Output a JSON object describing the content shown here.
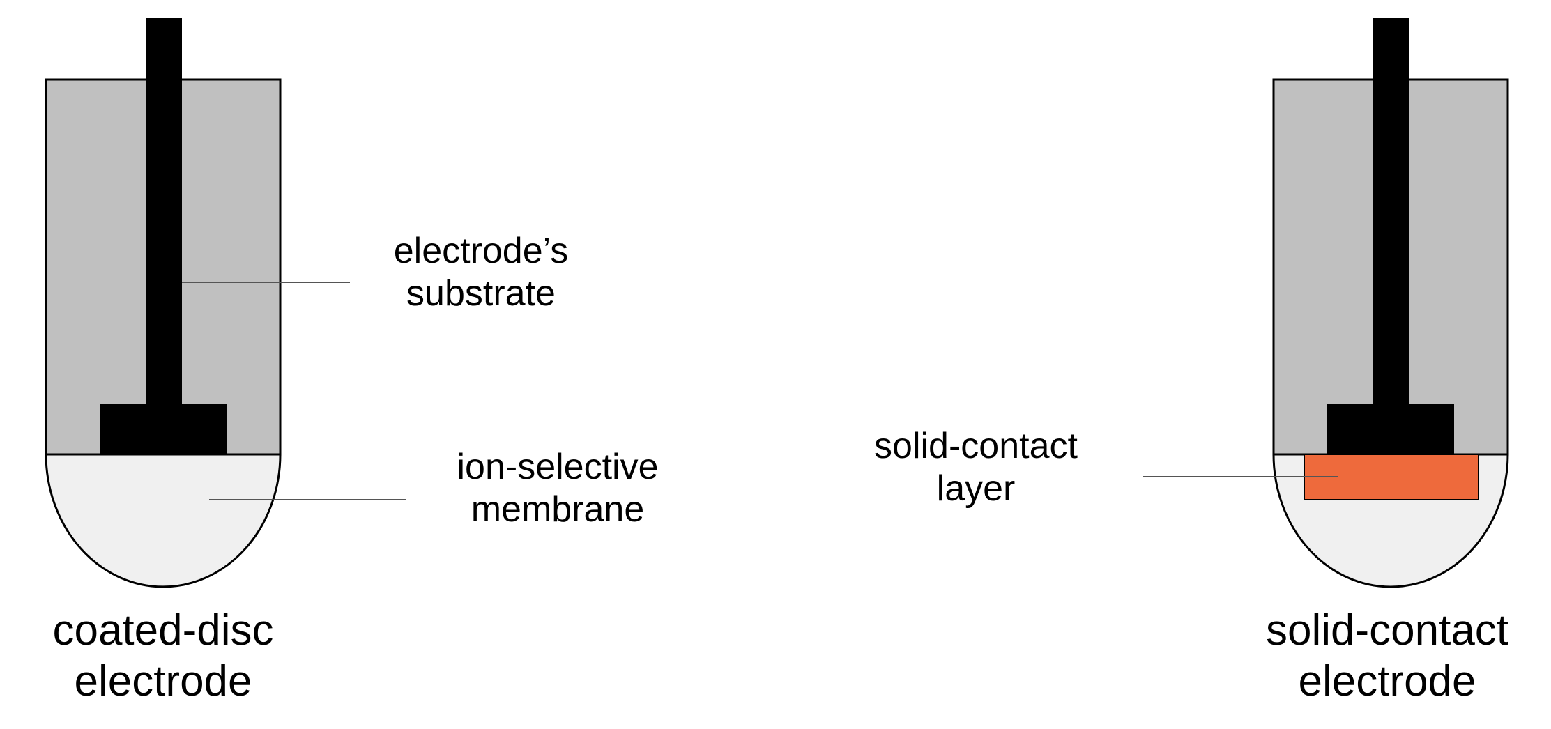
{
  "colors": {
    "housing": "#c0c0c0",
    "conductor": "#000000",
    "membrane": "#f0f0f0",
    "solid_contact": "#ee6a3c",
    "outline": "#000000",
    "leader_line": "#555555",
    "background": "#ffffff"
  },
  "left_electrode": {
    "title_line1": "coated-disc",
    "title_line2": "electrode"
  },
  "right_electrode": {
    "title_line1": "solid-contact",
    "title_line2": "electrode"
  },
  "labels": {
    "substrate_line1": "electrode’s",
    "substrate_line2": "substrate",
    "membrane_line1": "ion-selective",
    "membrane_line2": "membrane",
    "solid_contact_line1": "solid-contact",
    "solid_contact_line2": "layer"
  }
}
